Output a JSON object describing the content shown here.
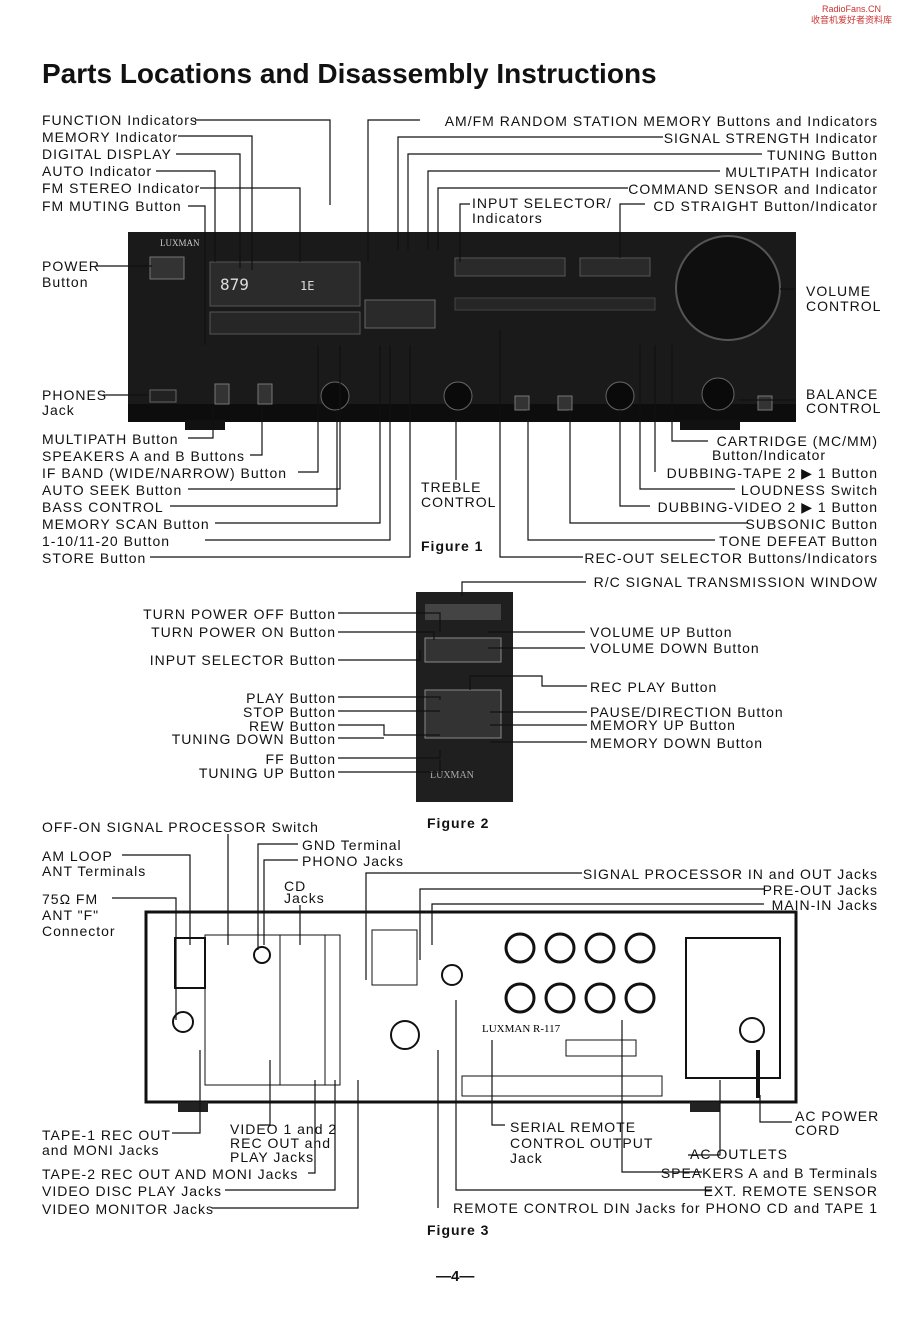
{
  "watermark": {
    "site": "RadioFans.CN",
    "sub": "收音机爱好者资料库"
  },
  "title": "Parts Locations and Disassembly Instructions",
  "fig1": {
    "caption": "Figure 1",
    "brand": "LUXMAN",
    "display_left": "879",
    "display_right": "1E",
    "left": [
      "FUNCTION Indicators",
      "MEMORY Indicator",
      "DIGITAL DISPLAY",
      "AUTO Indicator",
      "FM STEREO Indicator",
      "FM MUTING Button",
      "POWER",
      "Button",
      "PHONES",
      "Jack",
      "MULTIPATH Button",
      "SPEAKERS A and B Buttons",
      "IF BAND (WIDE/NARROW) Button",
      "AUTO SEEK Button",
      "BASS CONTROL",
      "MEMORY SCAN Button",
      "1-10/11-20 Button",
      "STORE Button"
    ],
    "right": [
      "AM/FM RANDOM STATION MEMORY Buttons and Indicators",
      "SIGNAL STRENGTH Indicator",
      "TUNING Button",
      "MULTIPATH Indicator",
      "COMMAND SENSOR and Indicator",
      "INPUT SELECTOR/",
      "Indicators",
      "CD STRAIGHT Button/Indicator",
      "VOLUME",
      "CONTROL",
      "BALANCE",
      "CONTROL",
      "CARTRIDGE (MC/MM)",
      "Button/Indicator",
      "DUBBING-TAPE 2 ▶ 1 Button",
      "LOUDNESS Switch",
      "DUBBING-VIDEO 2 ▶ 1 Button",
      "SUBSONIC Button",
      "TONE DEFEAT Button",
      "REC-OUT SELECTOR Buttons/Indicators",
      "TREBLE",
      "CONTROL"
    ]
  },
  "fig2": {
    "caption": "Figure 2",
    "brand": "LUXMAN",
    "window": "R/C SIGNAL TRANSMISSION WINDOW",
    "left": [
      "TURN POWER OFF Button",
      "TURN POWER ON Button",
      "INPUT SELECTOR Button",
      "PLAY Button",
      "STOP Button",
      "REW Button",
      "TUNING DOWN Button",
      "FF Button",
      "TUNING UP Button"
    ],
    "right": [
      "VOLUME UP Button",
      "VOLUME DOWN Button",
      "REC PLAY Button",
      "PAUSE/DIRECTION Button",
      "MEMORY UP Button",
      "MEMORY DOWN Button"
    ]
  },
  "fig3": {
    "caption": "Figure 3",
    "brand": "LUXMAN R-117",
    "left_top": [
      "OFF-ON SIGNAL PROCESSOR Switch",
      "GND Terminal",
      "PHONO Jacks",
      "CD",
      "Jacks",
      "AM LOOP",
      "ANT Terminals",
      "75Ω FM",
      "ANT \"F\"",
      "Connector"
    ],
    "right_top": [
      "SIGNAL PROCESSOR IN and OUT Jacks",
      "PRE-OUT Jacks",
      "MAIN-IN Jacks"
    ],
    "bottom_left": [
      "TAPE-1 REC OUT",
      "and MONI Jacks",
      "VIDEO 1 and 2",
      "REC OUT and",
      "PLAY Jacks",
      "TAPE-2 REC OUT AND MONI Jacks",
      "VIDEO DISC PLAY Jacks",
      "VIDEO MONITOR Jacks"
    ],
    "bottom_right": [
      "SERIAL REMOTE",
      "CONTROL OUTPUT",
      "Jack",
      "AC OUTLETS",
      "AC POWER",
      "CORD",
      "SPEAKERS A and B Terminals",
      "EXT. REMOTE SENSOR",
      "REMOTE CONTROL DIN Jacks for PHONO CD and TAPE 1"
    ]
  },
  "page_number": "—4—"
}
